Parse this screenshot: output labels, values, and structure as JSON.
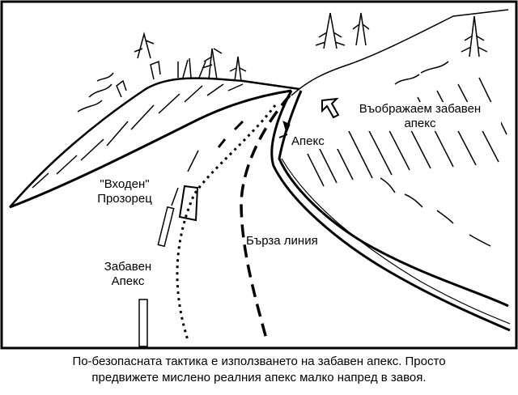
{
  "labels": {
    "entry_window": "\"Входен\"\nПрозорец",
    "late_apex": "Забавен\nАпекс",
    "fast_line": "Бърза линия",
    "apex": "Апекс",
    "imagined_late_apex": "Въображаем забавен\nапекс"
  },
  "caption": {
    "line1": "По-безопасната тактика е използването на забавен апекс. Просто",
    "line2": "предвижете мислено реалния апекс малко напред в завоя."
  },
  "colors": {
    "ink": "#000000",
    "paper": "#ffffff"
  },
  "icons": {
    "pointer": "arrow-pointer-icon"
  }
}
